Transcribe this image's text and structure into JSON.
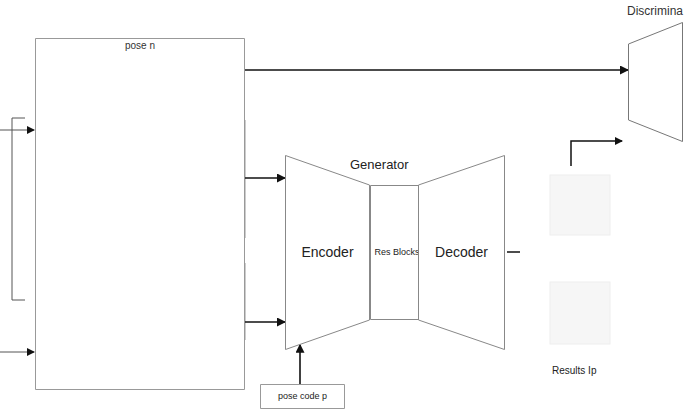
{
  "diagram": {
    "nodes": [
      {
        "text": [
          "pose n"
        ]
      },
      {
        "text": [
          "Discrimina"
        ]
      },
      {
        "text": [
          "Encoder"
        ]
      },
      {
        "text": [
          "Res Blocks"
        ]
      },
      {
        "text": [
          "Decoder"
        ]
      },
      {
        "text": [
          "pose code p"
        ]
      }
    ],
    "edges": [
      {
        "from": 0,
        "to": 1,
        "arrow": "to"
      },
      {
        "from": 0,
        "to": 2,
        "arrow": "to"
      },
      {
        "from": 0,
        "to": 2,
        "arrow": "to"
      },
      {
        "from": 5,
        "to": 2,
        "arrow": "to"
      }
    ],
    "labels": [
      "Generator",
      "Results Ip"
    ]
  }
}
